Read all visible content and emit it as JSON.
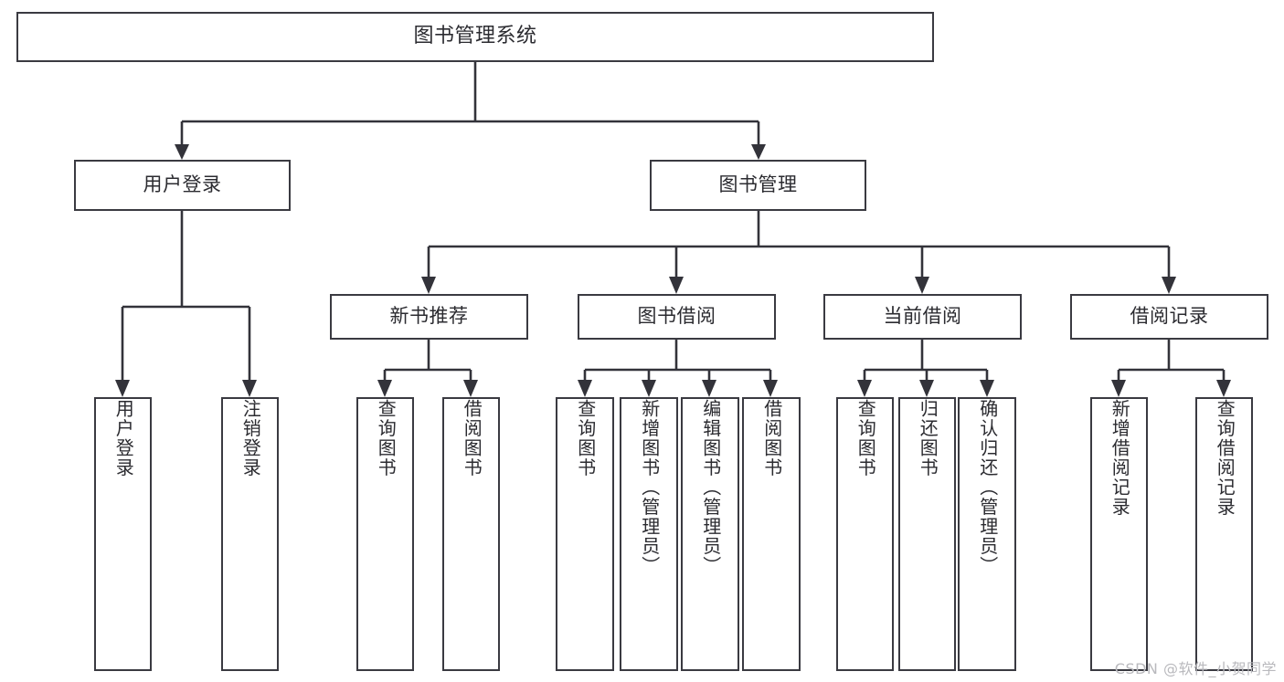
{
  "diagram": {
    "type": "tree",
    "title": "图书管理系统",
    "root": {
      "label": "图书管理系统"
    },
    "level2": [
      {
        "label": "用户登录"
      },
      {
        "label": "图书管理"
      }
    ],
    "level3": [
      {
        "label": "新书推荐"
      },
      {
        "label": "图书借阅"
      },
      {
        "label": "当前借阅"
      },
      {
        "label": "借阅记录"
      }
    ],
    "leaves": {
      "user_login": [
        {
          "label": "用户登录"
        },
        {
          "label": "注销登录"
        }
      ],
      "new_book_recommend": [
        {
          "label": "查询图书"
        },
        {
          "label": "借阅图书"
        }
      ],
      "book_borrow": [
        {
          "label": "查询图书"
        },
        {
          "label": "新增图书（管理员）"
        },
        {
          "label": "编辑图书（管理员）"
        },
        {
          "label": "借阅图书"
        }
      ],
      "current_borrow": [
        {
          "label": "查询图书"
        },
        {
          "label": "归还图书"
        },
        {
          "label": "确认归还（管理员）"
        }
      ],
      "borrow_record": [
        {
          "label": "新增借阅记录"
        },
        {
          "label": "查询借阅记录"
        }
      ]
    }
  },
  "watermark": {
    "text": "CSDN @软件_小贺同学"
  },
  "colors": {
    "background": "#ffffff",
    "box_border": "#3a3a41",
    "connector": "#33333a",
    "text": "#2b2b30",
    "watermark": "#b9b9bd"
  }
}
